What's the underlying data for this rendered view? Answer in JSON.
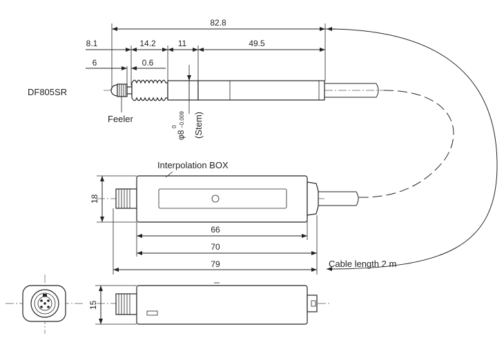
{
  "labels": {
    "model": "DF805SR",
    "feeler": "Feeler",
    "stem": "(Stem)",
    "stem_symbol": "φ8",
    "stem_tol_upper": "0",
    "stem_tol_lower": "−0.009",
    "interpolation_box": "Interpolation BOX",
    "cable_length": "Cable length 2 m"
  },
  "dimensions": {
    "total_length": "82.8",
    "tip_offset": "8.1",
    "thread_length": "14.2",
    "stem_length": "11",
    "body_length": "49.5",
    "tip_length": "6",
    "gap": "0.6",
    "box_height": "18",
    "box_inner": "66",
    "box_body": "70",
    "box_total": "79",
    "box_depth": "15"
  }
}
